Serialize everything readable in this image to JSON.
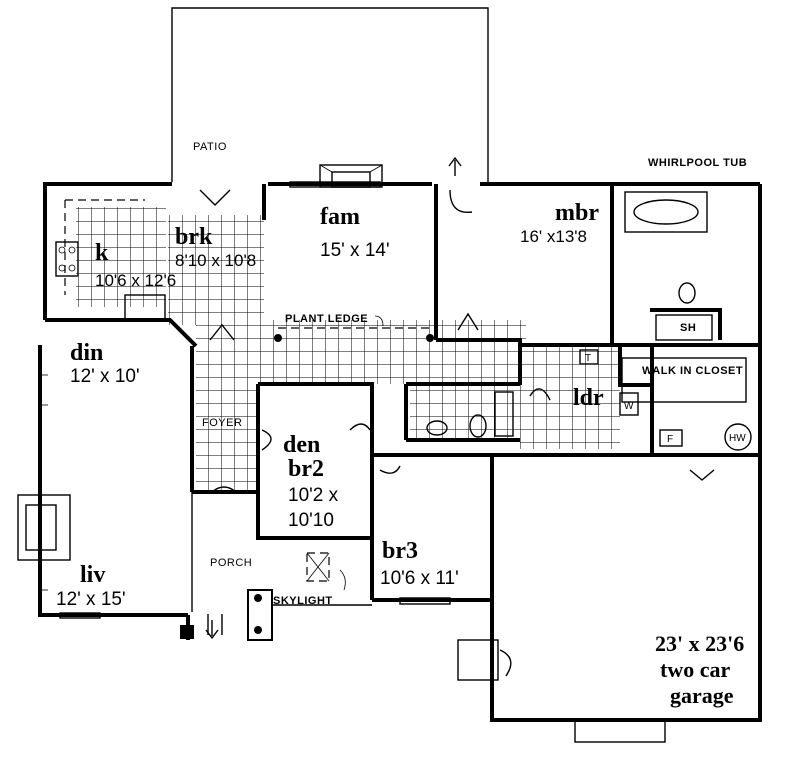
{
  "rooms": {
    "k": {
      "name": "k",
      "dim": "10'6 x 12'6"
    },
    "brk": {
      "name": "brk",
      "dim": "8'10 x 10'8"
    },
    "fam": {
      "name": "fam",
      "dim": "15' x 14'"
    },
    "mbr": {
      "name": "mbr",
      "dim": "16' x13'8"
    },
    "din": {
      "name": "din",
      "dim": "12' x 10'"
    },
    "liv": {
      "name": "liv",
      "dim": "12' x 15'"
    },
    "den": {
      "name": "den",
      "line2": "br2",
      "dim1": "10'2 x",
      "dim2": "10'10"
    },
    "br3": {
      "name": "br3",
      "dim": "10'6 x 11'"
    },
    "ldr": {
      "name": "ldr"
    },
    "garage": {
      "dim": "23' x 23'6",
      "line1": "two car",
      "line2": "garage"
    }
  },
  "labels": {
    "patio": "PATIO",
    "whirlpool_tub": "WHIRLPOOL TUB",
    "plant_ledge": "PLANT LEDGE",
    "walk_in_closet": "WALK IN CLOSET",
    "foyer": "FOYER",
    "porch": "PORCH",
    "skylight": "SKYLIGHT",
    "sh": "SH"
  },
  "appliances": {
    "t": "T",
    "w": "W",
    "f": "F",
    "hw": "HW"
  }
}
